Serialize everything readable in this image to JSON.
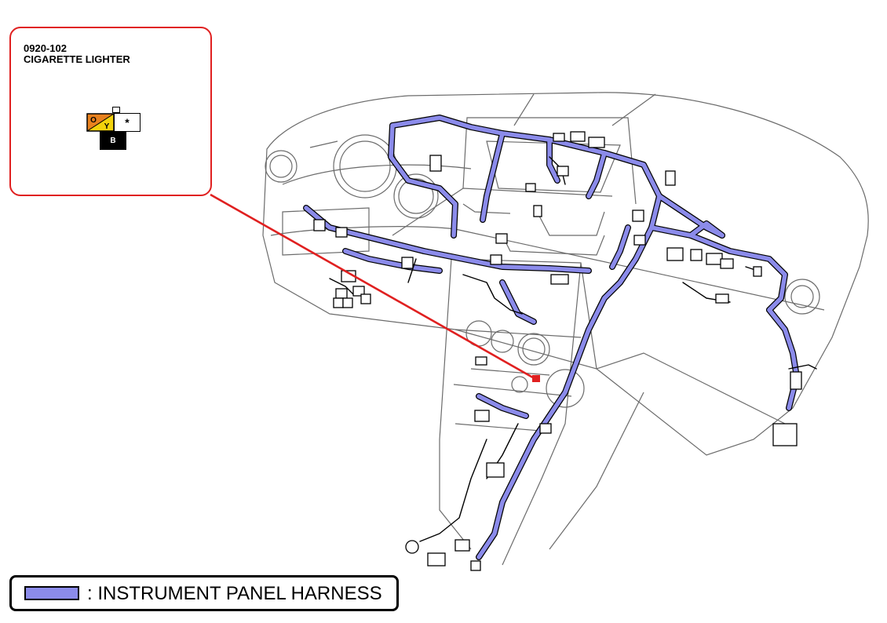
{
  "callout": {
    "code": "0920-102",
    "name": "CIGARETTE LIGHTER",
    "connector": {
      "pins": [
        "O",
        "Y",
        "*",
        "B"
      ],
      "pin_colors": {
        "O": "#e8811e",
        "Y": "#f2d20c",
        "star": "#ffffff",
        "B": "#000000"
      }
    }
  },
  "legend": {
    "label": ": INSTRUMENT PANEL HARNESS",
    "swatch_color": "#8b8bea"
  },
  "colors": {
    "harness": "#8b8bea",
    "leader_line": "#e02020",
    "outline": "#6b6b6b"
  }
}
